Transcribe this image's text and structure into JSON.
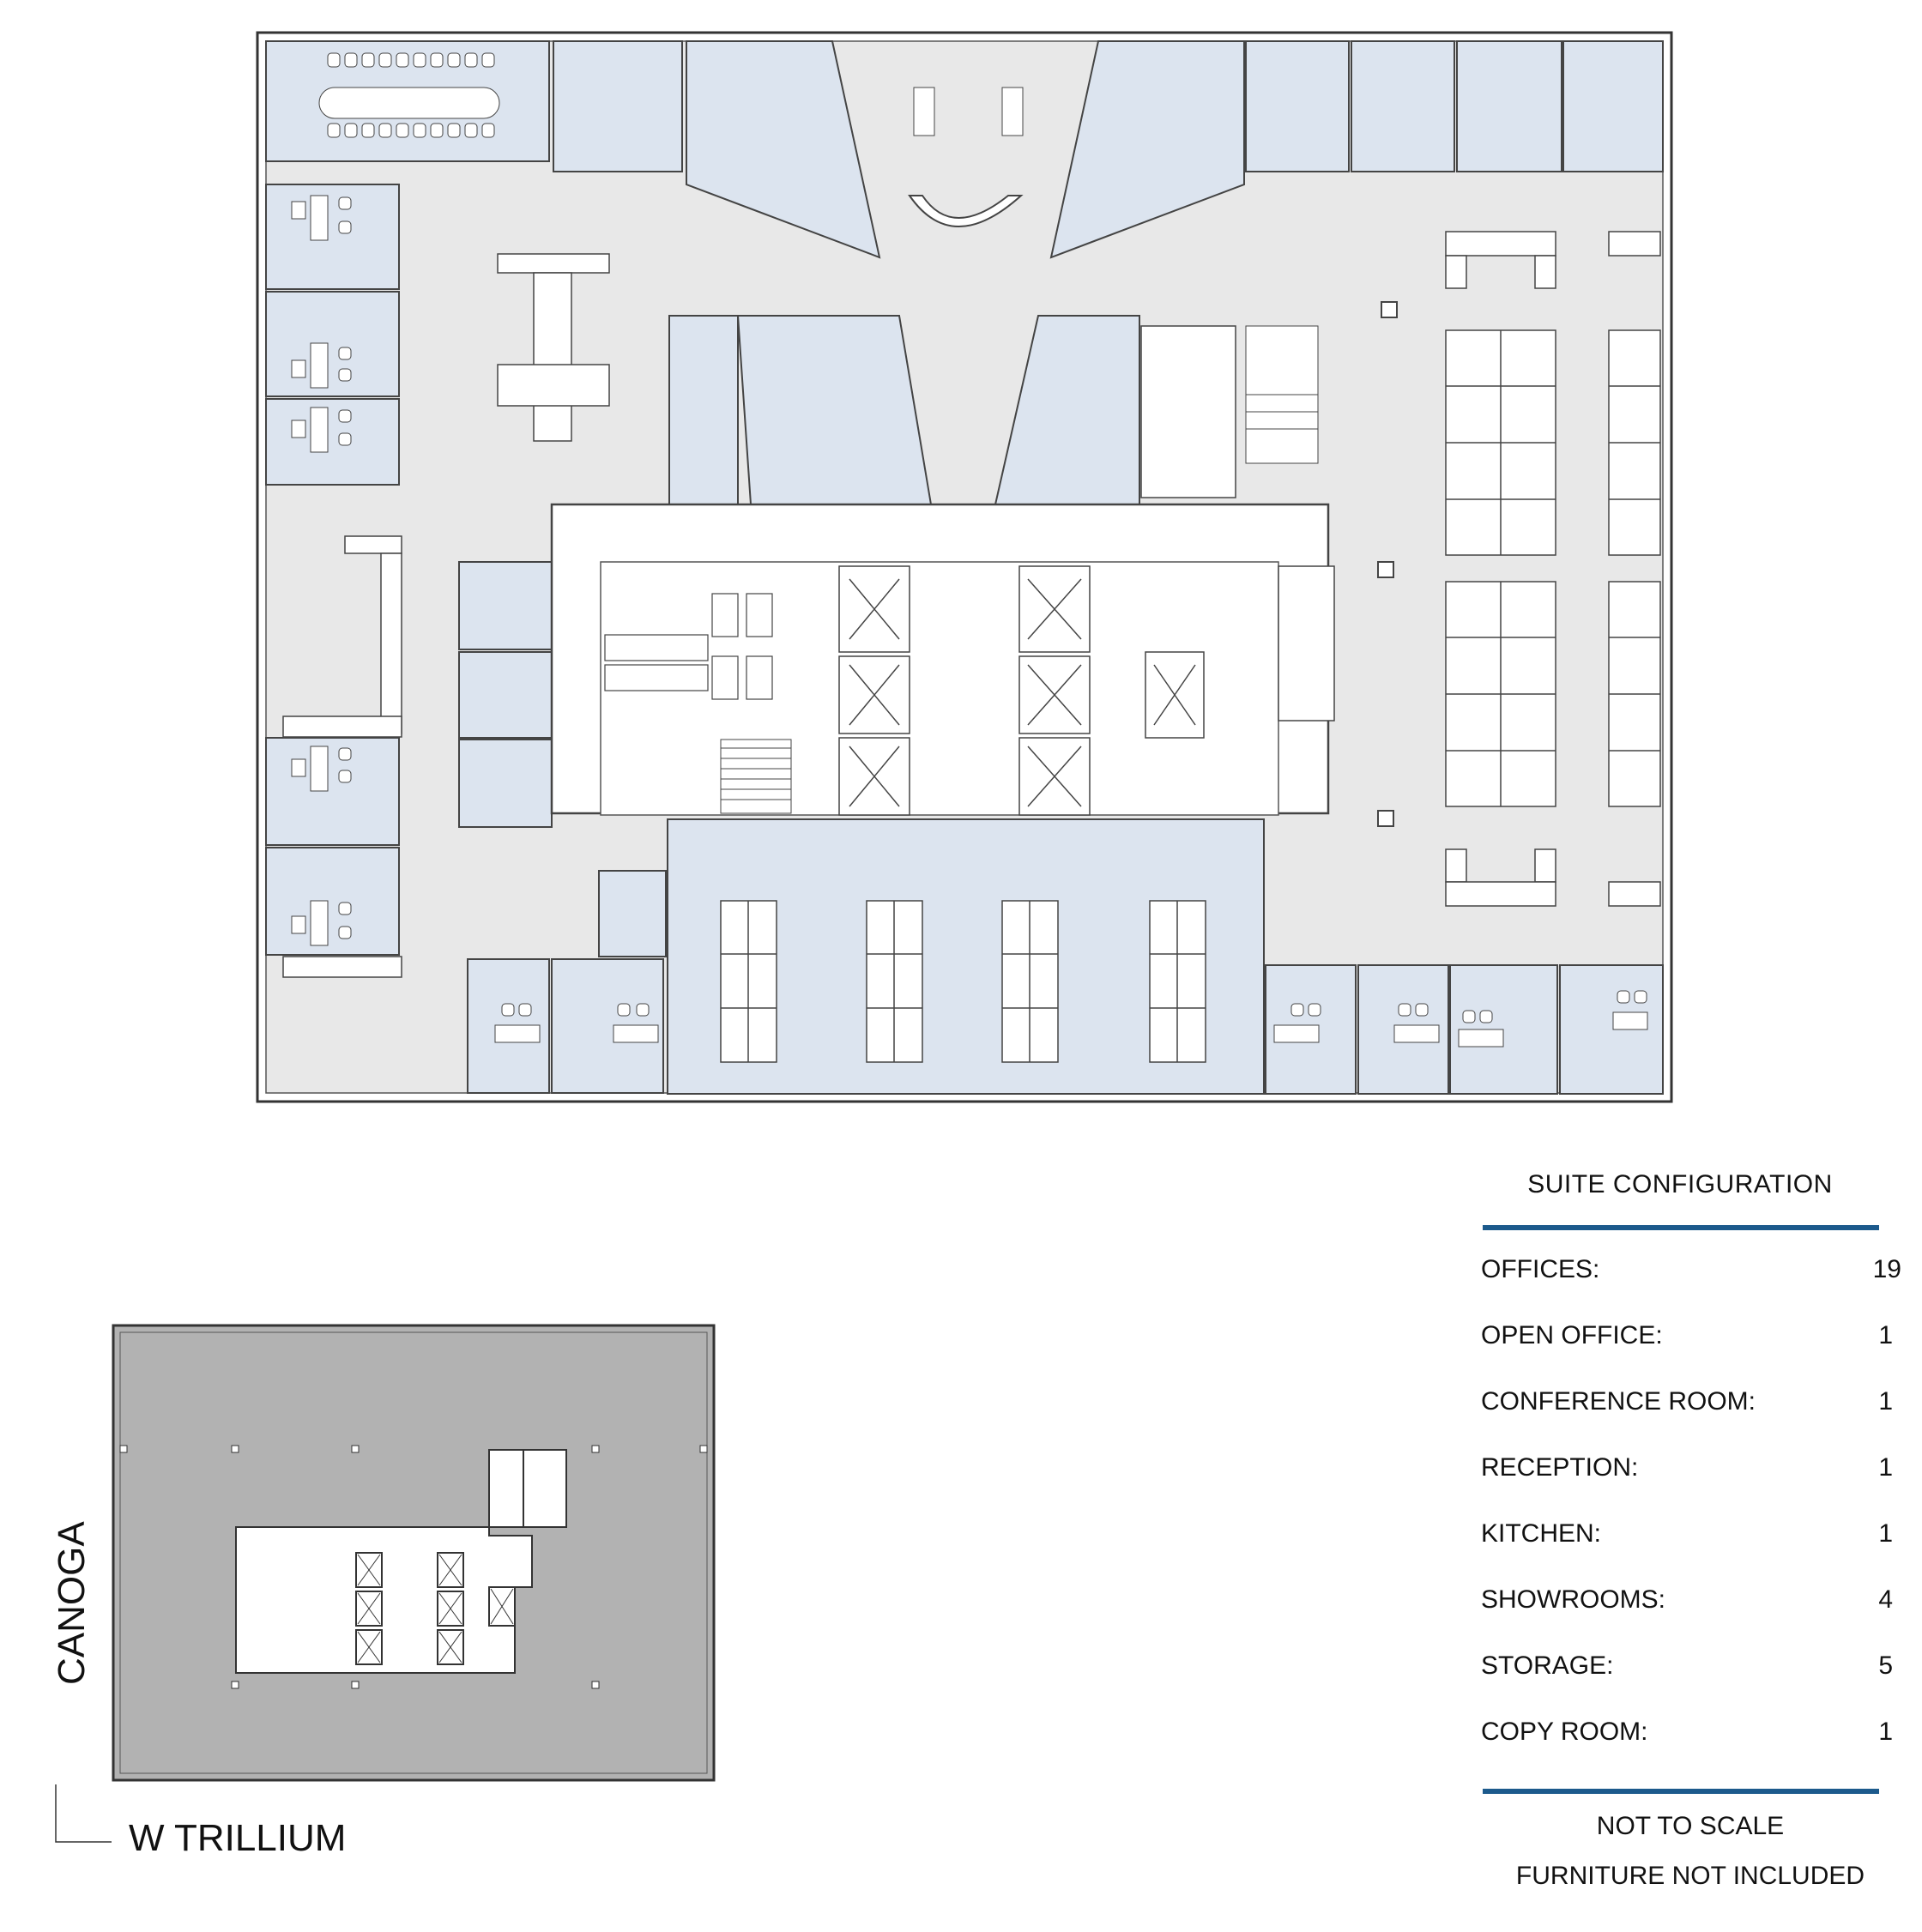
{
  "legend": {
    "title": "SUITE CONFIGURATION",
    "items": [
      {
        "label": "OFFICES:",
        "value": "19"
      },
      {
        "label": "OPEN OFFICE:",
        "value": "1"
      },
      {
        "label": "CONFERENCE ROOM:",
        "value": "1"
      },
      {
        "label": "RECEPTION:",
        "value": "1"
      },
      {
        "label": "KITCHEN:",
        "value": "1"
      },
      {
        "label": "SHOWROOMS:",
        "value": "4"
      },
      {
        "label": "STORAGE:",
        "value": "5"
      },
      {
        "label": "COPY ROOM:",
        "value": "1"
      }
    ],
    "accent_color": "#1c5a8c"
  },
  "notes": {
    "scale": "NOT TO SCALE",
    "furniture": "FURNITURE NOT INCLUDED"
  },
  "streets": {
    "vertical": "CANOGA",
    "horizontal": "W TRILLIUM"
  },
  "colors": {
    "office_fill": "#dce4ef",
    "corridor_fill": "#e8e8e8",
    "keyplan_fill": "#b2b2b2",
    "wall": "#333333"
  }
}
